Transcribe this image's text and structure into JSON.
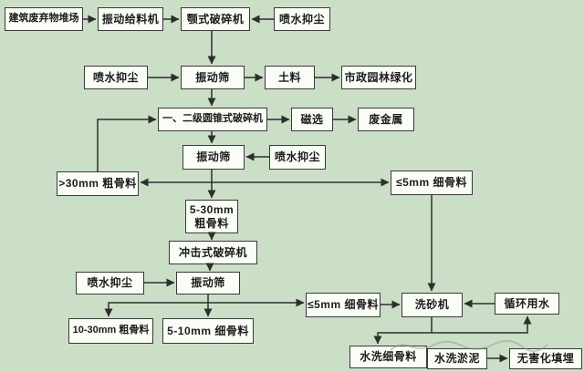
{
  "colors": {
    "background": "#cbdfc6",
    "box_fill": "#fafcf6",
    "box_border": "#3a3a3a",
    "arrow": "#2e2e2e"
  },
  "nodes": {
    "waste_yard": {
      "label": "建筑废弃物堆场"
    },
    "vibrating_feeder": {
      "label": "振动给料机"
    },
    "jaw_crusher": {
      "label": "颚式破碎机"
    },
    "water_spray_1": {
      "label": "喷水抑尘"
    },
    "water_spray_2": {
      "label": "喷水抑尘"
    },
    "vibrating_screen_1": {
      "label": "振动筛"
    },
    "soil": {
      "label": "土料"
    },
    "municipal_greening": {
      "label": "市政园林绿化"
    },
    "cone_crusher": {
      "label": "一、二级圆锥式破碎机"
    },
    "magnetic_separation": {
      "label": "磁选"
    },
    "scrap_metal": {
      "label": "废金属"
    },
    "vibrating_screen_2": {
      "label": "振动筛"
    },
    "water_spray_3": {
      "label": "喷水抑尘"
    },
    "coarse_gt30": {
      "label": ">30mm 粗骨料"
    },
    "fine_le5_a": {
      "label": "≤5mm 细骨料"
    },
    "coarse_5_30": {
      "label": "5-30mm\n粗骨料"
    },
    "impact_crusher": {
      "label": "冲击式破碎机"
    },
    "water_spray_4": {
      "label": "喷水抑尘"
    },
    "vibrating_screen_3": {
      "label": "振动筛"
    },
    "coarse_10_30": {
      "label": "10-30mm 粗骨料"
    },
    "fine_5_10": {
      "label": "5-10mm 细骨料"
    },
    "fine_le5_b": {
      "label": "≤5mm 细骨料"
    },
    "sand_washer": {
      "label": "洗砂机"
    },
    "recycled_water": {
      "label": "循环用水"
    },
    "washed_fine_aggregate": {
      "label": "水洗细骨料"
    },
    "washed_sludge": {
      "label": "水洗淤泥"
    },
    "harmless_landfill": {
      "label": "无害化填埋"
    }
  }
}
